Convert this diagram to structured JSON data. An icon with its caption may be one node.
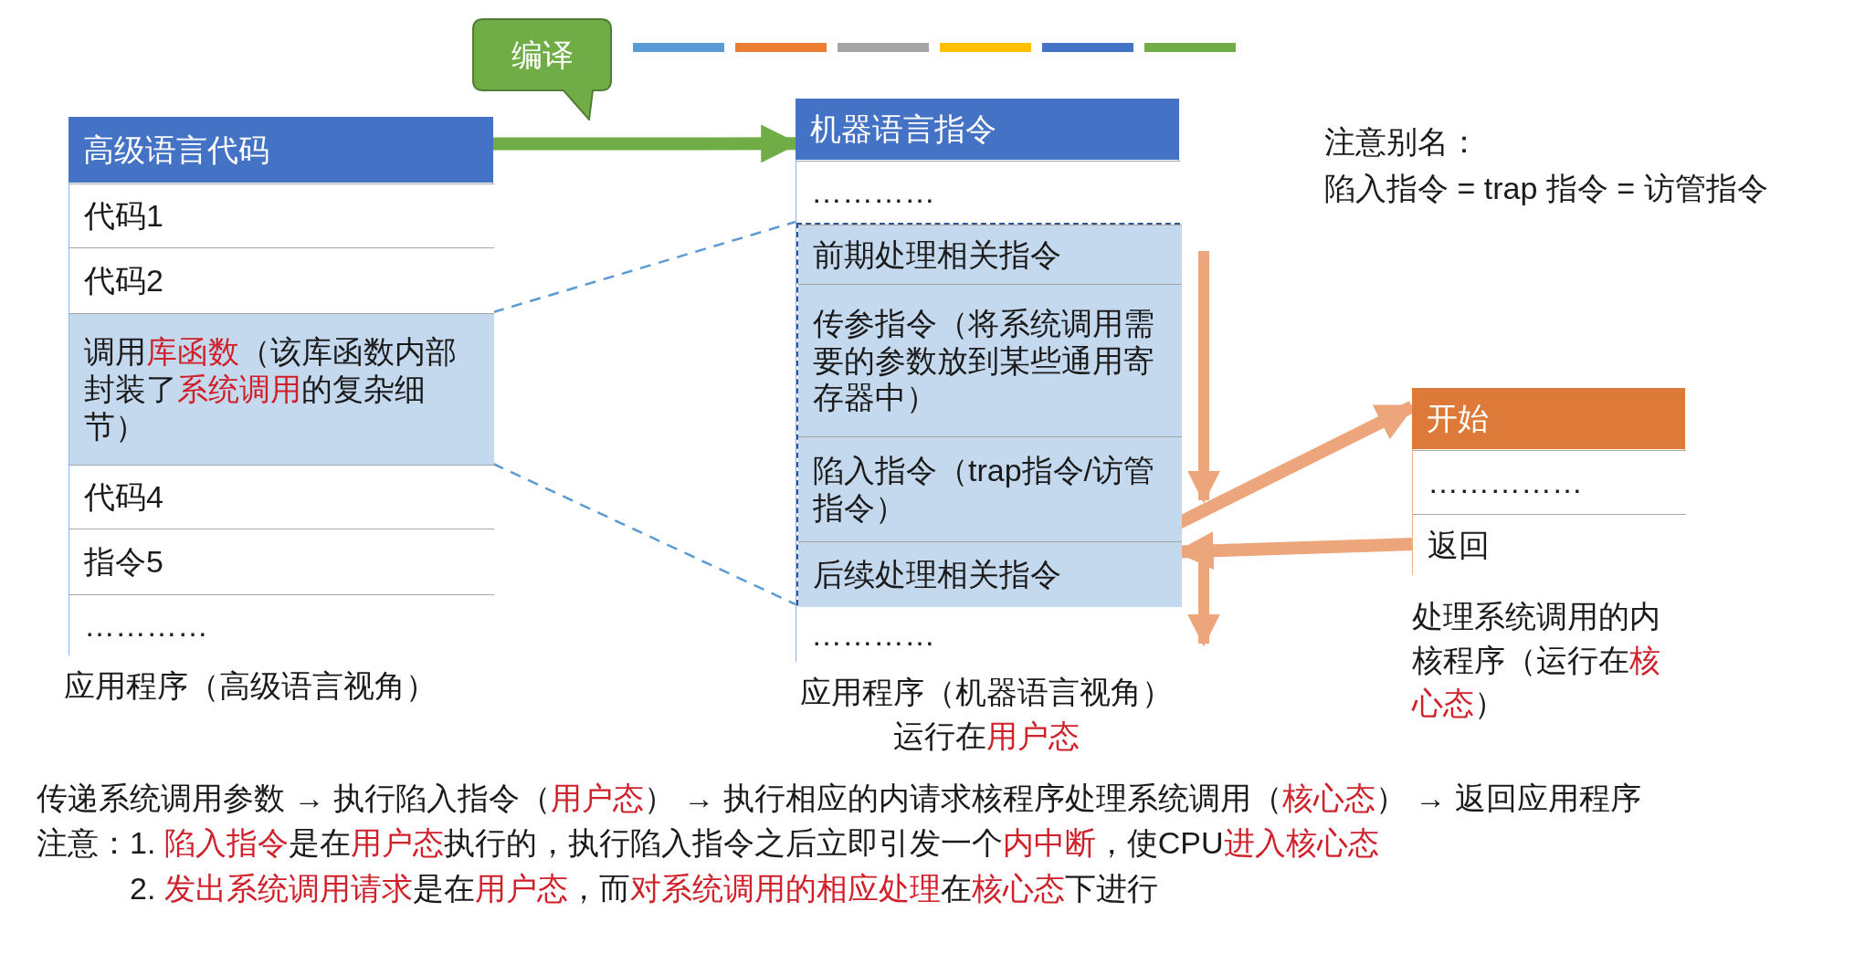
{
  "diagram": {
    "nodes": [
      {
        "text": [
          "高级语言代码"
        ],
        "beside": [
          "应用程序（高级语言视角）"
        ]
      },
      {
        "text": [
          "代码1"
        ],
        "in": 0
      },
      {
        "text": [
          "代码2"
        ],
        "in": 0
      },
      {
        "text": [
          "调用**库函数**（该库函数内部封装了**系统调用**的复杂细节）"
        ],
        "in": 0
      },
      {
        "text": [
          "代码4"
        ],
        "in": 0
      },
      {
        "text": [
          "指令5"
        ],
        "in": 0
      },
      {
        "text": [
          "…………"
        ],
        "in": 0
      },
      {
        "text": [
          "编译"
        ]
      },
      {
        "text": [
          "机器语言指令"
        ],
        "beside": [
          "应用程序（机器语言视角）",
          "运行在**用户态**"
        ]
      },
      {
        "text": [
          "…………"
        ],
        "in": 8
      },
      {
        "text": [],
        "shape": "box",
        "in": 8
      },
      {
        "text": [
          "前期处理相关指令"
        ],
        "in": 10
      },
      {
        "text": [
          "传参指令（将系统调用需要的参数放到某些通用寄存器中）"
        ],
        "in": 10
      },
      {
        "text": [
          "陷入指令（trap指令/访管指令）"
        ],
        "in": 10
      },
      {
        "text": [
          "后续处理相关指令"
        ],
        "in": 10
      },
      {
        "text": [
          "…………"
        ],
        "in": 8
      },
      {
        "text": [
          "开始"
        ],
        "beside": [
          "处理系统调用的内核程序（运行在**核心态**）"
        ]
      },
      {
        "text": [
          "……………"
        ],
        "in": 16
      },
      {
        "text": [
          "返回"
        ],
        "in": 16
      }
    ],
    "edges": [
      {
        "from": 0,
        "to": 8,
        "arrow": "to",
        "color": "#70ad47"
      },
      {
        "from": 3,
        "to": 10,
        "arrow": "none",
        "style": "dashed"
      },
      {
        "from": 3,
        "to": 10,
        "arrow": "none",
        "style": "dashed"
      },
      {
        "from": 13,
        "to": 16,
        "arrow": "to",
        "color": "#eda67c"
      },
      {
        "from": 18,
        "to": 14,
        "arrow": "to",
        "color": "#eda67c"
      }
    ],
    "labels": [
      "注意别名：",
      "陷入指令 = trap 指令 = 访管指令",
      "传递系统调用参数 → 执行陷入指令（**用户态**） → 执行相应的内请求核程序处理系统调用（**核心态**） → 返回应用程序",
      "注意：",
      "1. **陷入指令**是在**用户态**执行的，执行陷入指令之后立即引发一个**内中断**，使CPU**进入核心态**",
      "2. **发出系统调用请求**是在**用户态**，而**对系统调用的相应处理**在**核心态**下进行"
    ]
  }
}
